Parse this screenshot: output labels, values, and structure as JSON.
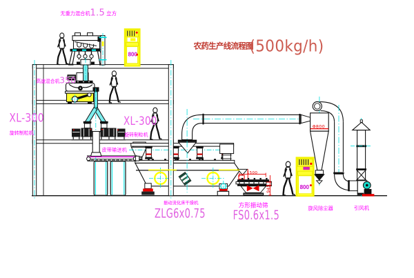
{
  "title": {
    "name": "农药生产线流程图",
    "capacity": "(500kg/h)"
  },
  "equipment": {
    "gravity_free_mixer": {
      "label": "无重力混合机",
      "spec": "1.5",
      "unit": "立方"
    },
    "high_speed_mixer": {
      "label": "高速混合机",
      "spec": "350"
    },
    "granulator_left": {
      "model": "XL-300",
      "label": "旋转制粒机"
    },
    "granulator_right": {
      "model": "XL-300",
      "label": "旋转制粒机"
    },
    "belt_conveyor": {
      "label": "皮带输送机"
    },
    "fluid_bed_dryer": {
      "label": "振动流化床干燥机",
      "model": "ZLG6x0.75"
    },
    "square_vibrating_sieve": {
      "label": "方形振动筛",
      "model": "FS0.6x1.5"
    },
    "cyclone_dust_collector": {
      "label": "旋风除尘器",
      "size": "Φ800"
    },
    "induced_draft_fan": {
      "label": "引风机"
    },
    "roof_control_cabinet": {
      "panel_text": "800"
    },
    "ground_control_cabinet": {
      "panel_text": "800"
    }
  },
  "dimensions": {
    "sieve_length": "1500",
    "sieve_height": "945"
  },
  "colors": {
    "label_magenta": "#FF00FF",
    "model_magenta": "#E060E0",
    "title_red": "#C03A30",
    "dimension_red": "#E60000",
    "centerline_cyan": "#00DCDC",
    "pipe_cyan": "#7DEDED",
    "highlight_yellow": "#FFFF00",
    "line_black": "#111111"
  }
}
